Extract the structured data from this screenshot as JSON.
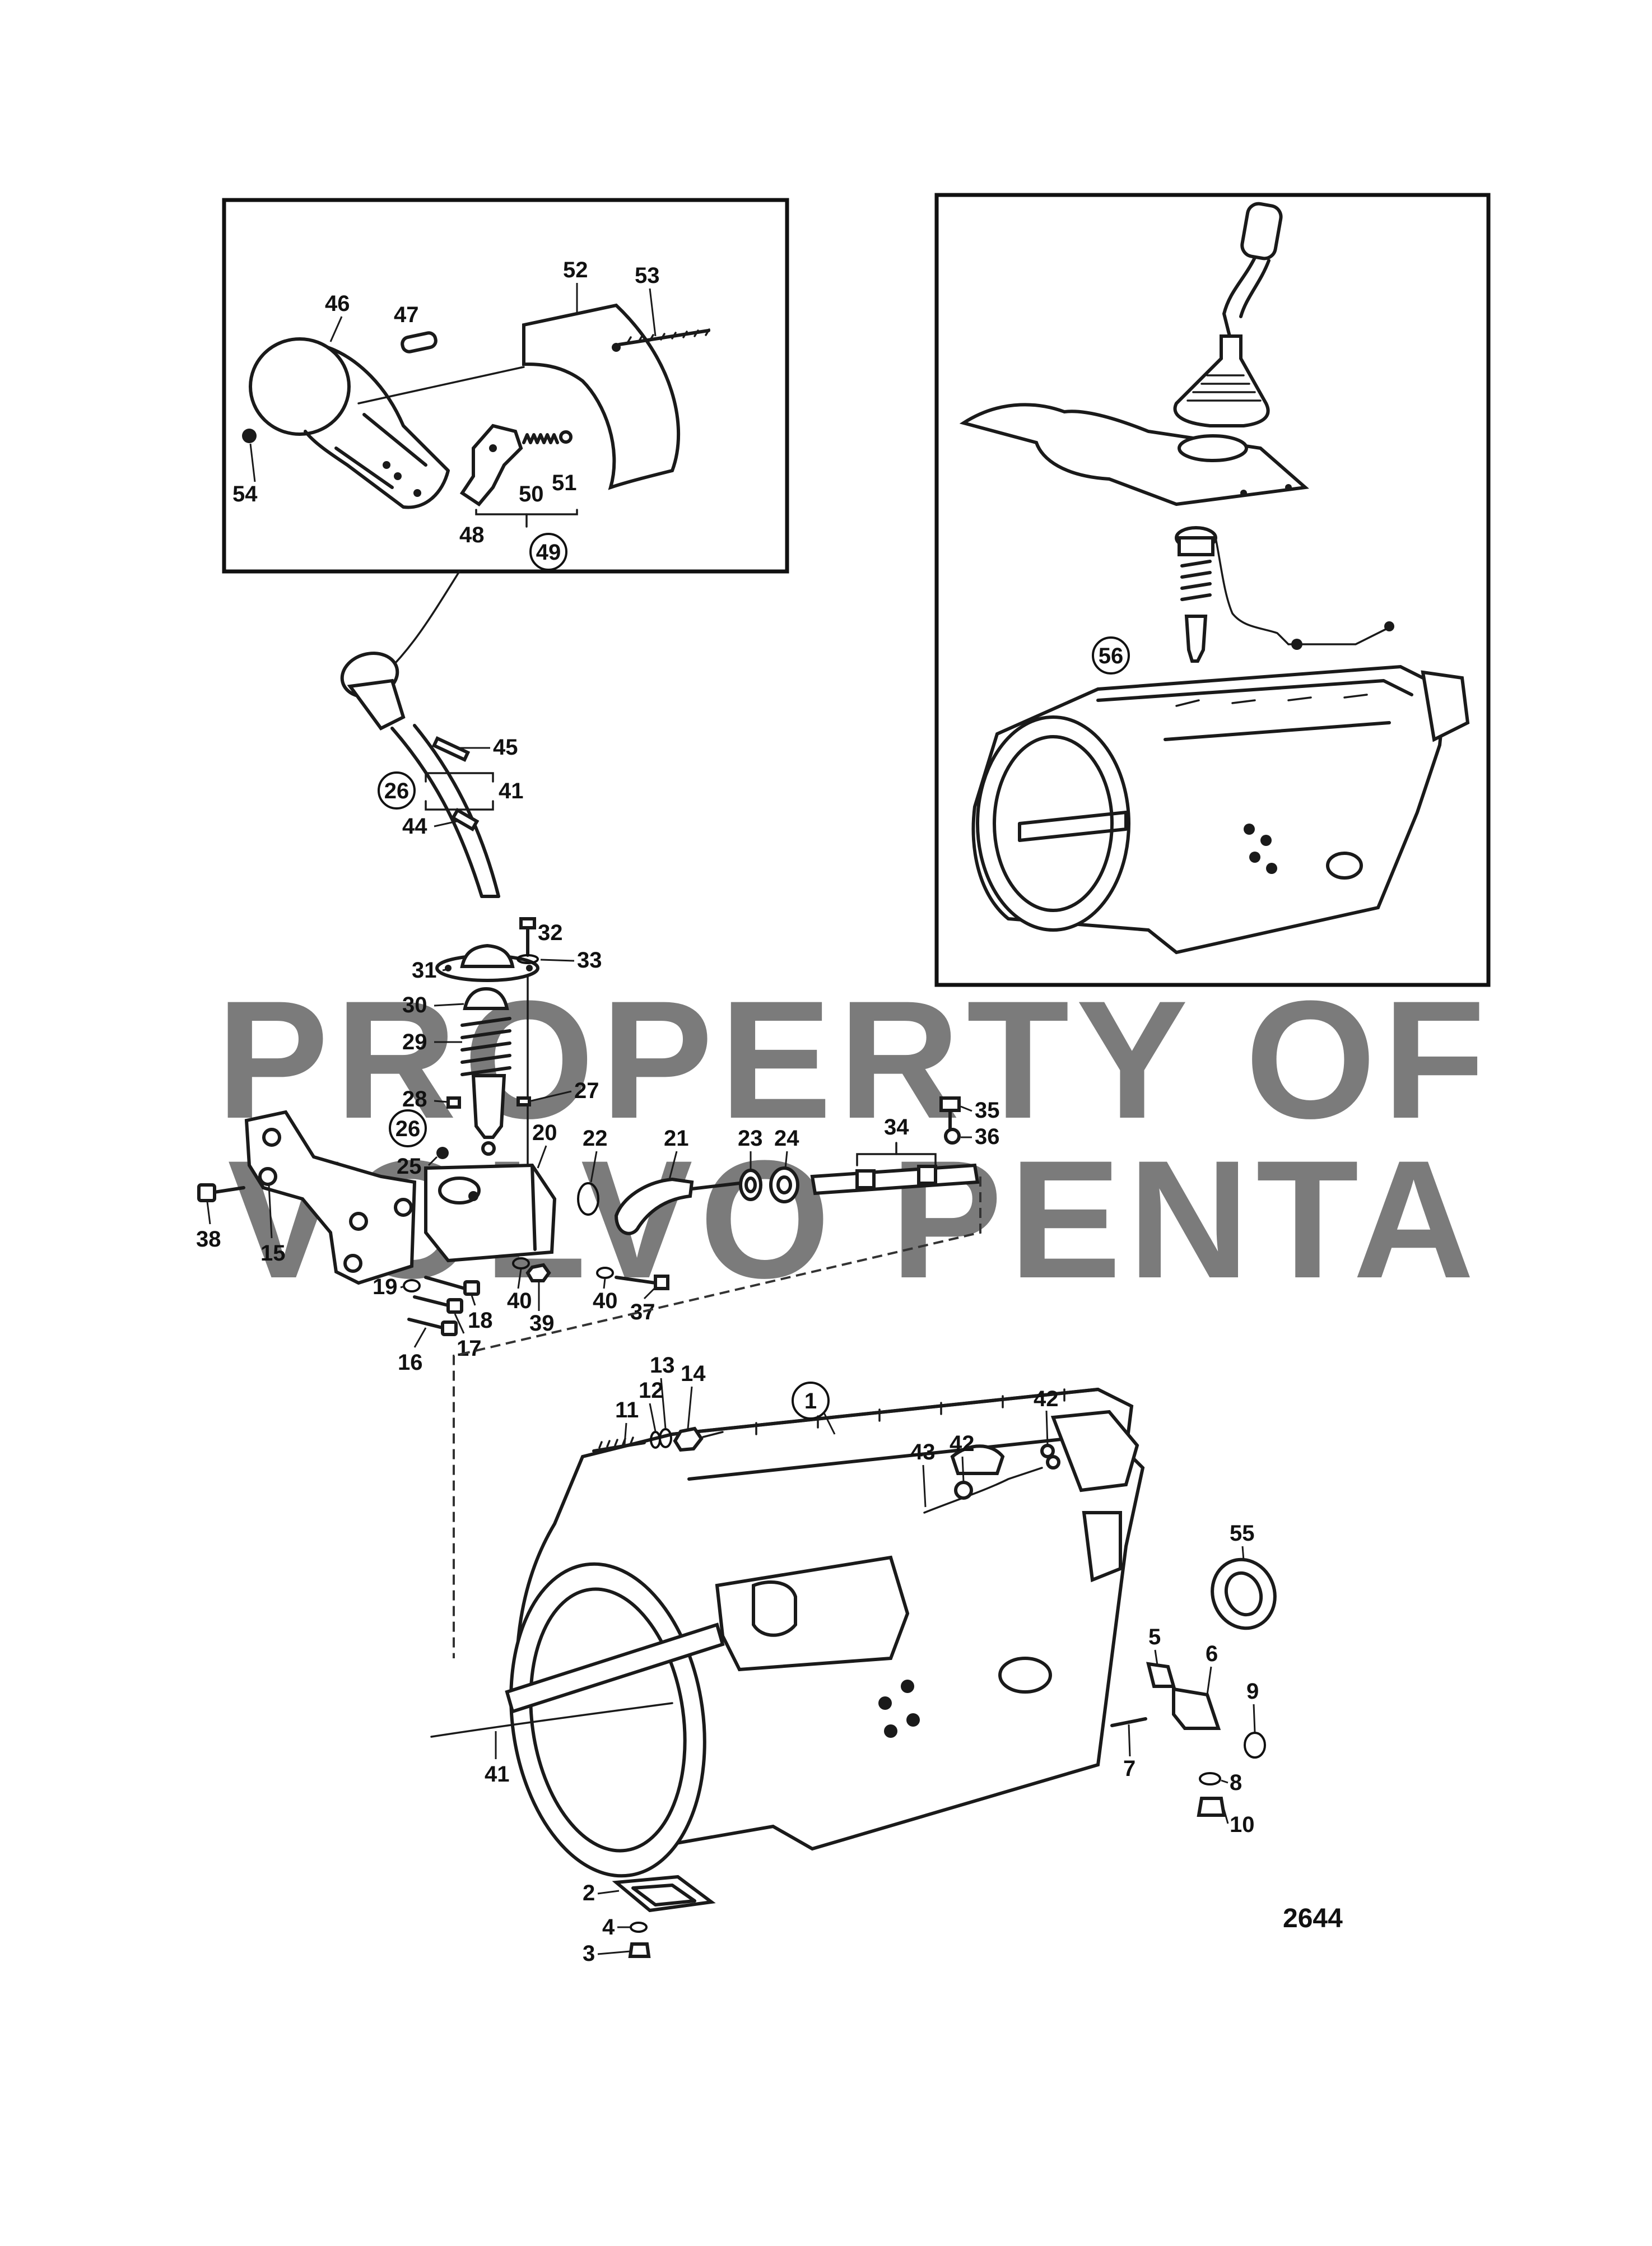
{
  "diagram": {
    "figure_number": "2644",
    "watermark": [
      "PROPERTY OF",
      "VOLVO PENTA"
    ],
    "inset_left": {
      "labels": [
        "46",
        "47",
        "52",
        "53",
        "54",
        "48",
        "50",
        "51"
      ],
      "group_label": "49"
    },
    "inset_right": {
      "group_label": "56"
    },
    "lever_assembly": {
      "labels": [
        "45",
        "41",
        "44",
        "32",
        "33",
        "31",
        "30",
        "29",
        "28",
        "27",
        "35",
        "36",
        "25",
        "20",
        "22",
        "21",
        "23",
        "24",
        "34",
        "38",
        "15",
        "19",
        "18",
        "17",
        "16",
        "40",
        "39",
        "37"
      ],
      "circled_labels": [
        "26",
        "26"
      ]
    },
    "gearbox": {
      "labels": [
        "13",
        "12",
        "14",
        "11",
        "42",
        "43",
        "42",
        "55",
        "5",
        "6",
        "9",
        "7",
        "8",
        "10",
        "41",
        "2",
        "4",
        "3"
      ],
      "circled_label": "1"
    }
  }
}
